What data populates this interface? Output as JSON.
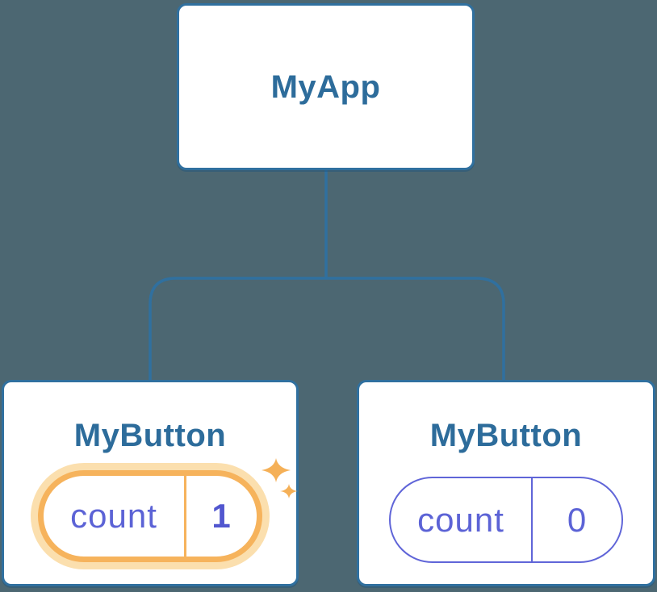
{
  "diagram": {
    "type": "component-tree",
    "root": {
      "label": "MyApp"
    },
    "children": [
      {
        "label": "MyButton",
        "highlighted": true,
        "state": {
          "name": "count",
          "value": "1"
        }
      },
      {
        "label": "MyButton",
        "highlighted": false,
        "state": {
          "name": "count",
          "value": "0"
        }
      }
    ]
  },
  "icons": {
    "sparkle": "sparkle-icon"
  },
  "colors": {
    "background": "#4c6772",
    "card_background": "#ffffff",
    "card_border": "#30709f",
    "connector_line": "#30709f",
    "title_text": "#2d6c9b",
    "state_text": "#5c63d6",
    "state_border": "#6065d8",
    "state_value_bold": "#5156cf",
    "highlight_border": "#f6b35c",
    "highlight_halo": "#fbdfae",
    "sparkle": "#f5b057"
  }
}
